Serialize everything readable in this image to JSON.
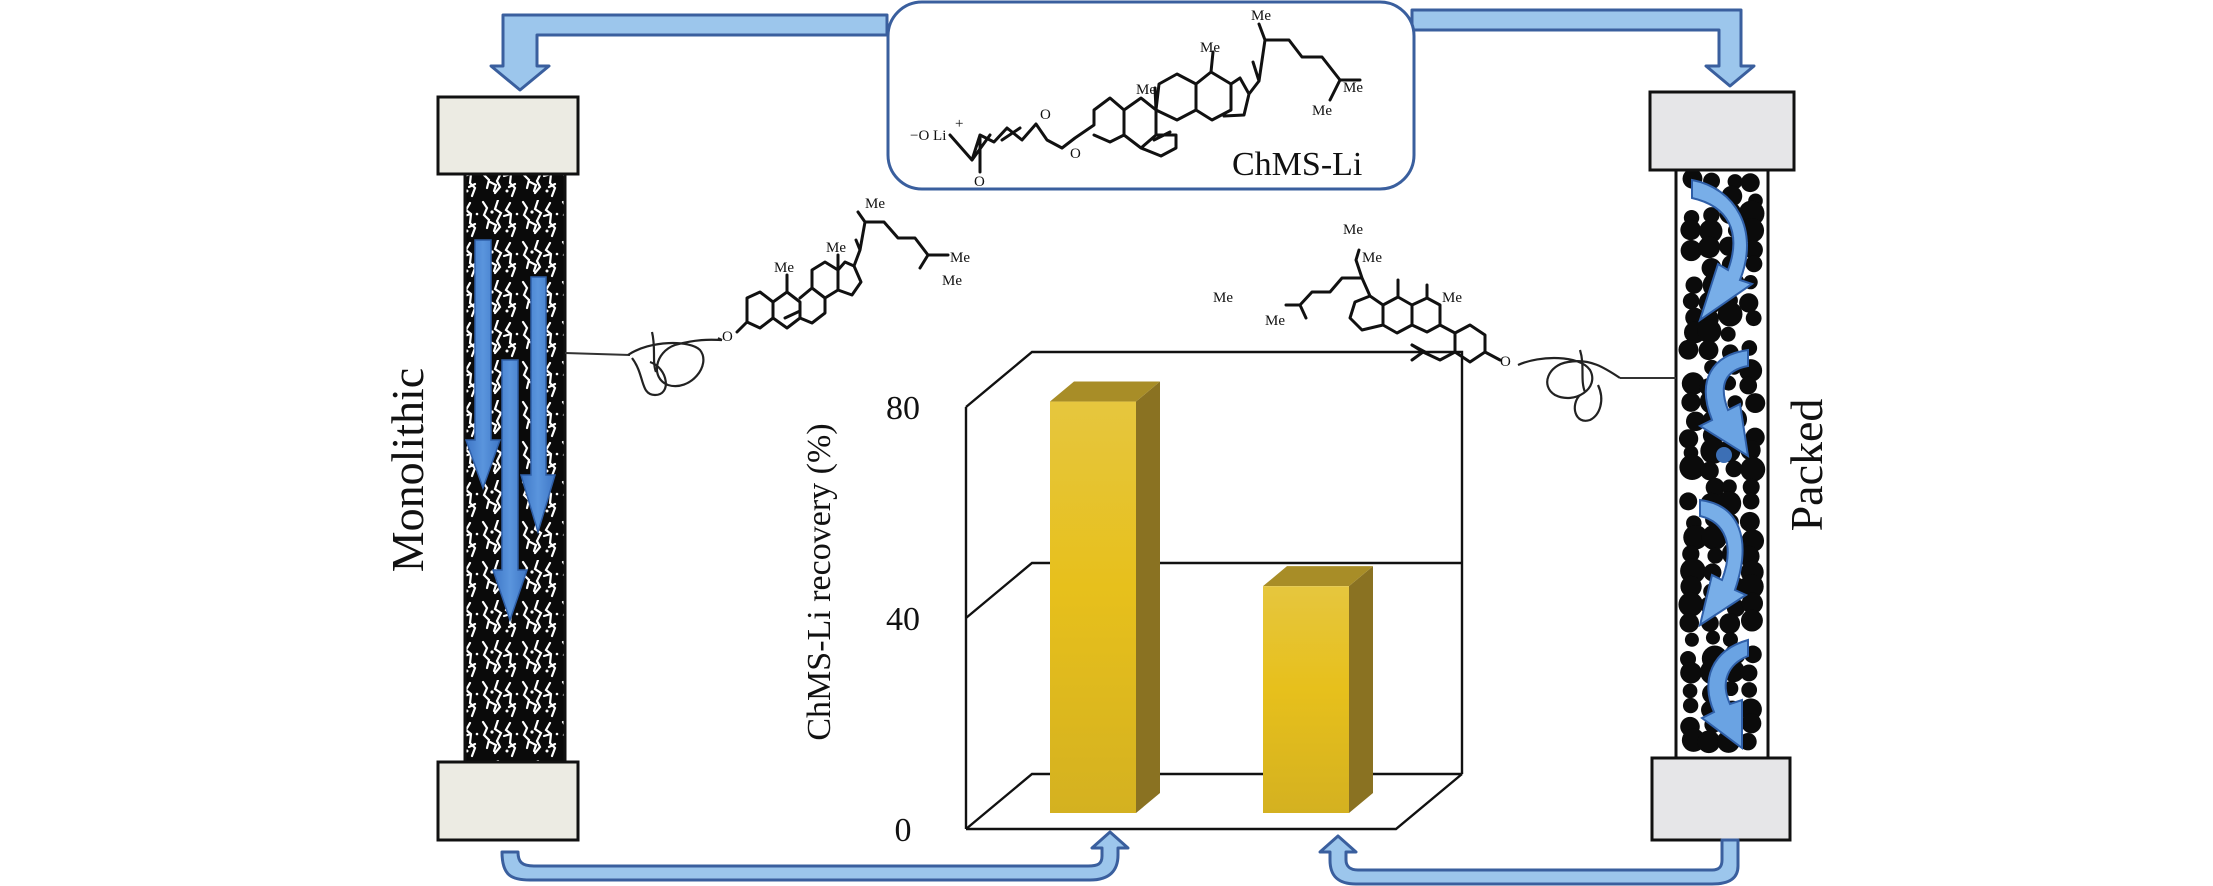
{
  "figure": {
    "left_column_label": "Monolithic",
    "right_column_label": "Packed",
    "compound_box": {
      "name": "ChMS-Li",
      "atom_labels": {
        "anion": "−O Li",
        "cation_charge": "+",
        "carbonyl_o": "O",
        "ester_o": "O",
        "carbonyl_o2": "O",
        "methyl": "Me"
      }
    },
    "ligand_left": {
      "ether_o": "O",
      "methyl": "Me"
    },
    "ligand_right": {
      "ether_o": "O",
      "methyl": "Me"
    }
  },
  "colors": {
    "flow_arrow_fill": "#9cc6ec",
    "flow_arrow_stroke": "#3a5f9e",
    "bar_face": "#e3bd1e",
    "bar_side": "#8a7222",
    "bar_top": "#a88d27",
    "inner_arrow": "#4a86d4"
  },
  "chart_data": {
    "type": "bar",
    "style": "3d",
    "categories": [
      "Monolithic",
      "Packed"
    ],
    "category_labels_shown": false,
    "values": [
      78,
      43
    ],
    "ylabel": "ChMS-Li recovery (%)",
    "xlabel": "",
    "ylim": [
      0,
      80
    ],
    "yticks": [
      0,
      40,
      80
    ],
    "ytick_labels": [
      "0",
      "40",
      "80"
    ],
    "grid": true,
    "legend": "none"
  }
}
